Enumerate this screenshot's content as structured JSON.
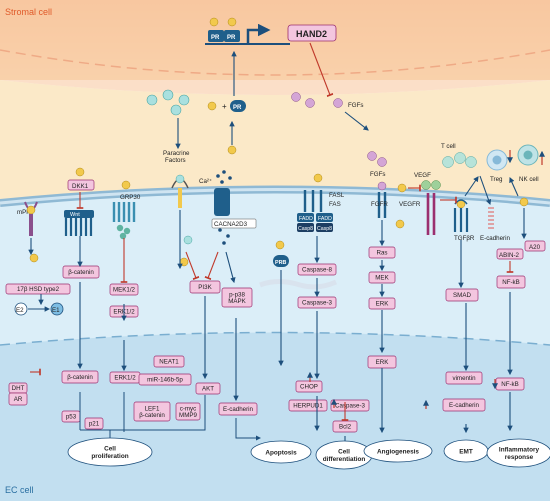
{
  "regions": {
    "stromal_cell": "Stromal cell",
    "ec_cell": "EC cell"
  },
  "nucleus_top": {
    "pr1": "PR",
    "pr2": "PR",
    "hand2": "HAND2"
  },
  "stroma": {
    "pr": "PR",
    "plus": "+",
    "fgfs": "FGFs",
    "paracrine": "Paracrine\nFactors"
  },
  "p_label": "P",
  "receptors": {
    "mpr": "mPR",
    "dkk1": "DKK1",
    "wnt": "Wnt",
    "grp30": "GRP30",
    "ca": "Ca²⁺",
    "cacna2d3": "CACNA2D3",
    "fasl": "FASL",
    "fas": "FAS",
    "fadd1": "FADD",
    "fadd2": "FADD",
    "casp8a": "Casp8",
    "casp8b": "Casp8",
    "fgfs2": "FGFs",
    "fgfr": "FGFR",
    "vegf": "VEGF",
    "vegfr": "VEGFR",
    "tcell": "T cell",
    "treg": "Treg",
    "nkcell": "NK cell",
    "tgfbr": "TGFβR",
    "ecadherin_r": "E-cadherin",
    "prb": "PRB"
  },
  "boxes": {
    "hsd": "17β HSD type2",
    "e2": "E2",
    "e1": "E1",
    "bcat1": "β-catenin",
    "mek12": "MEK1/2",
    "erk12a": "ERK1/2",
    "pi3k": "PI3K",
    "p38": "p-p38\nMAPK",
    "casp8": "Caspase-8",
    "casp3a": "Caspase-3",
    "ras": "Ras",
    "mek": "MEK",
    "erk1": "ERK",
    "smad": "SMAD",
    "abin2": "ABIN-2",
    "a20": "A20",
    "nfkb1": "NF-kB",
    "dht": "DHT",
    "ar": "AR",
    "bcat2": "β-catenin",
    "p53": "p53",
    "p21": "p21",
    "erk12b": "ERK1/2",
    "neat1": "NEAT1",
    "mir": "miR-146b-5p",
    "lef1": "LEF1\nβ-catenin",
    "cmyc": "c-myc\nMMP9",
    "akt": "AKT",
    "ecad1": "E-cadherin",
    "chop": "CHOP",
    "herpud1": "HERPUD1",
    "casp3b": "Caspase-3",
    "bcl2": "Bcl2",
    "erk2": "ERK",
    "vimentin": "vimentin",
    "ecad2": "E-cadherin",
    "nfkb2": "NF-kB"
  },
  "outcomes": {
    "prolif": "Cell\nproliferation",
    "apoptosis": "Apoptosis",
    "differentiation": "Cell\ndifferentiation",
    "angiogenesis": "Angiogenesis",
    "emt": "EMT",
    "inflammatory": "Inflammatory\nresponse"
  },
  "colors": {
    "stroma_top": "#f9c9a3",
    "stroma_mid": "#fbe9c8",
    "ec_cytoplasm": "#d8ecf7",
    "ec_nucleus": "#b9d8ee",
    "box_fill": "#f3c6df",
    "box_stroke": "#9b2f6f",
    "pr_blue": "#1f5f8b",
    "phospho": "#f2c94c",
    "red": "#c0392b",
    "navy": "#1d4f7c"
  }
}
